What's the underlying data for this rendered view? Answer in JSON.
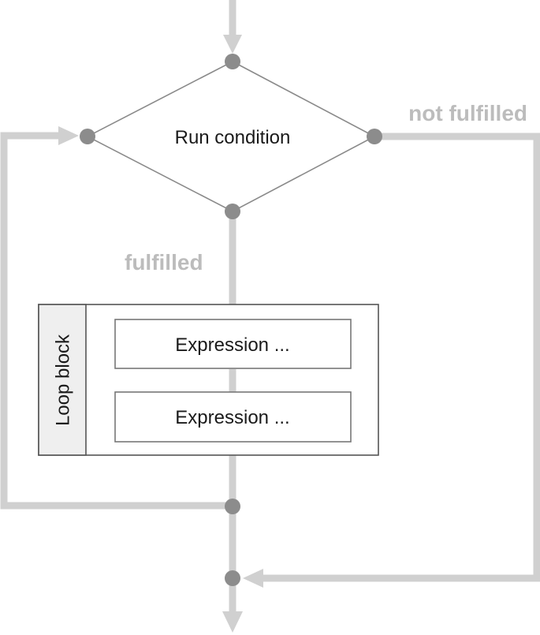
{
  "diagram": {
    "condition_label": "Run condition",
    "branch_not_fulfilled": "not fulfilled",
    "branch_fulfilled": "fulfilled",
    "loop_block_label": "Loop block",
    "expressions": [
      "Expression ...",
      "Expression ..."
    ]
  },
  "colors": {
    "flow_line": "#d0d0d0",
    "node": "#8c8c8c",
    "branch_text": "#bcbcbc",
    "panel_fill": "#efefef"
  }
}
